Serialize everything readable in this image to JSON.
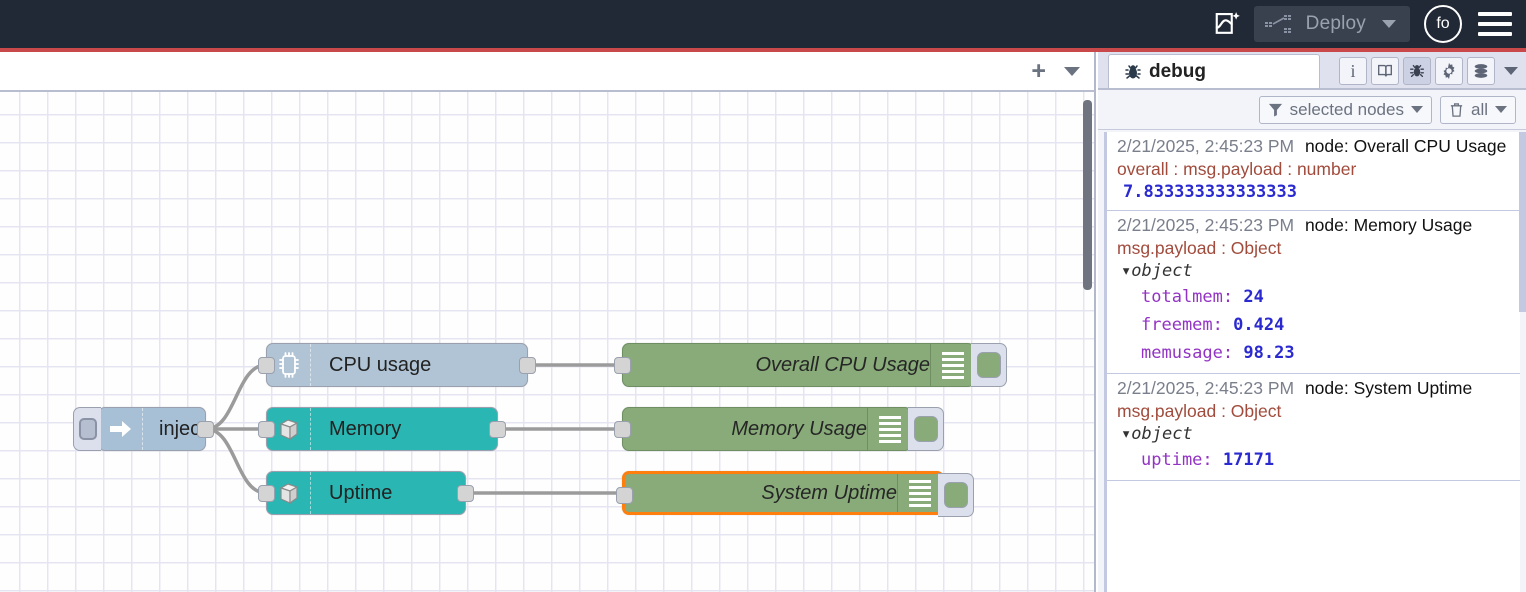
{
  "header": {
    "flow_ai_icon": "flow-sparkle-icon",
    "deploy_label": "Deploy",
    "deploy_icon": "deploy-flow-icon",
    "deploy_caret_icon": "chevron-down-icon",
    "avatar_initials": "fo",
    "menu_icon": "hamburger-menu-icon"
  },
  "canvas": {
    "add_tab_label": "+",
    "tab_menu_icon": "chevron-down-icon",
    "nodes": [
      {
        "id": "inject",
        "label": "inject",
        "icon": "arrow-right-icon",
        "type": "inject"
      },
      {
        "id": "cpu",
        "label": "CPU usage",
        "icon": "microchip-icon",
        "type": "function"
      },
      {
        "id": "memory",
        "label": "Memory",
        "icon": "server-box-icon",
        "type": "function"
      },
      {
        "id": "uptime",
        "label": "Uptime",
        "icon": "server-box-icon",
        "type": "function"
      },
      {
        "id": "dbg1",
        "label": "Overall CPU Usage",
        "icon": "debug-lines-icon",
        "type": "debug",
        "selected": false
      },
      {
        "id": "dbg2",
        "label": "Memory Usage",
        "icon": "debug-lines-icon",
        "type": "debug",
        "selected": false
      },
      {
        "id": "dbg3",
        "label": "System Uptime",
        "icon": "debug-lines-icon",
        "type": "debug",
        "selected": true
      }
    ]
  },
  "sidebar": {
    "tab_label": "debug",
    "tab_icon": "bug-icon",
    "tools": [
      {
        "name": "info-icon",
        "glyph": "i",
        "active": false
      },
      {
        "name": "book-icon",
        "glyph": "",
        "active": false
      },
      {
        "name": "bug-icon",
        "glyph": "",
        "active": true
      },
      {
        "name": "gear-icon",
        "glyph": "",
        "active": false
      },
      {
        "name": "context-stack-icon",
        "glyph": "",
        "active": false
      }
    ],
    "tools_caret_icon": "chevron-down-icon",
    "filter_label": "selected nodes",
    "filter_icon": "funnel-icon",
    "clear_label": "all",
    "clear_icon": "trash-icon",
    "messages": [
      {
        "time": "2/21/2025, 2:45:23 PM",
        "node": "node: Overall CPU Usage",
        "property": "overall : msg.payload : number",
        "kind": "value",
        "value": "7.833333333333333"
      },
      {
        "time": "2/21/2025, 2:45:23 PM",
        "node": "node: Memory Usage",
        "property": "msg.payload : Object",
        "kind": "object",
        "object_label": "object",
        "rows": [
          {
            "key": "totalmem",
            "value": "24"
          },
          {
            "key": "freemem",
            "value": "0.424"
          },
          {
            "key": "memusage",
            "value": "98.23"
          }
        ]
      },
      {
        "time": "2/21/2025, 2:45:23 PM",
        "node": "node: System Uptime",
        "property": "msg.payload : Object",
        "kind": "object",
        "object_label": "object",
        "rows": [
          {
            "key": "uptime",
            "value": "17171"
          }
        ]
      }
    ]
  },
  "colors": {
    "header_bg": "#212936",
    "header_accent": "#c9484a",
    "node_inject": "#a8c0d6",
    "node_cpu": "#b0c4d6",
    "node_teal": "#2ab6b2",
    "node_debug": "#88ab79",
    "selection": "#ff7f0e",
    "debug_key": "#9333c4",
    "debug_value": "#2a2ad0",
    "debug_property": "#a14b3c"
  }
}
